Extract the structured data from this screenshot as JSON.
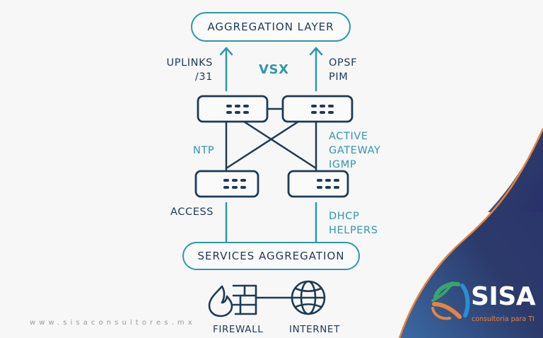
{
  "diagram": {
    "top_box": "AGGREGATION LAYER",
    "bottom_box": "SERVICES AGGREGATION",
    "labels": {
      "uplinks": [
        "UPLINKS",
        "/31"
      ],
      "vsx": "VSX",
      "opsf_pim": [
        "OPSF",
        "PIM"
      ],
      "ntp": "NTP",
      "active_gateway_igmp": [
        "ACTIVE",
        "GATEWAY",
        "IGMP"
      ],
      "access": "ACCESS",
      "dhcp_helpers": [
        "DHCP",
        "HELPERS"
      ]
    },
    "nodes": {
      "core_switches": 2,
      "access_switches": 2
    },
    "edge": {
      "firewall": "FIREWALL",
      "internet": "INTERNET"
    }
  },
  "footer": {
    "website": "www.sisaconsultores.mx"
  },
  "brand": {
    "name": "SISA",
    "tagline": "consultoria para TI"
  },
  "colors": {
    "dark": "#1f3a55",
    "teal": "#2e98ab",
    "orange": "#e8833a",
    "navy": "#2a3566",
    "green": "#3a9e6e",
    "background": "#f7f7f7"
  }
}
